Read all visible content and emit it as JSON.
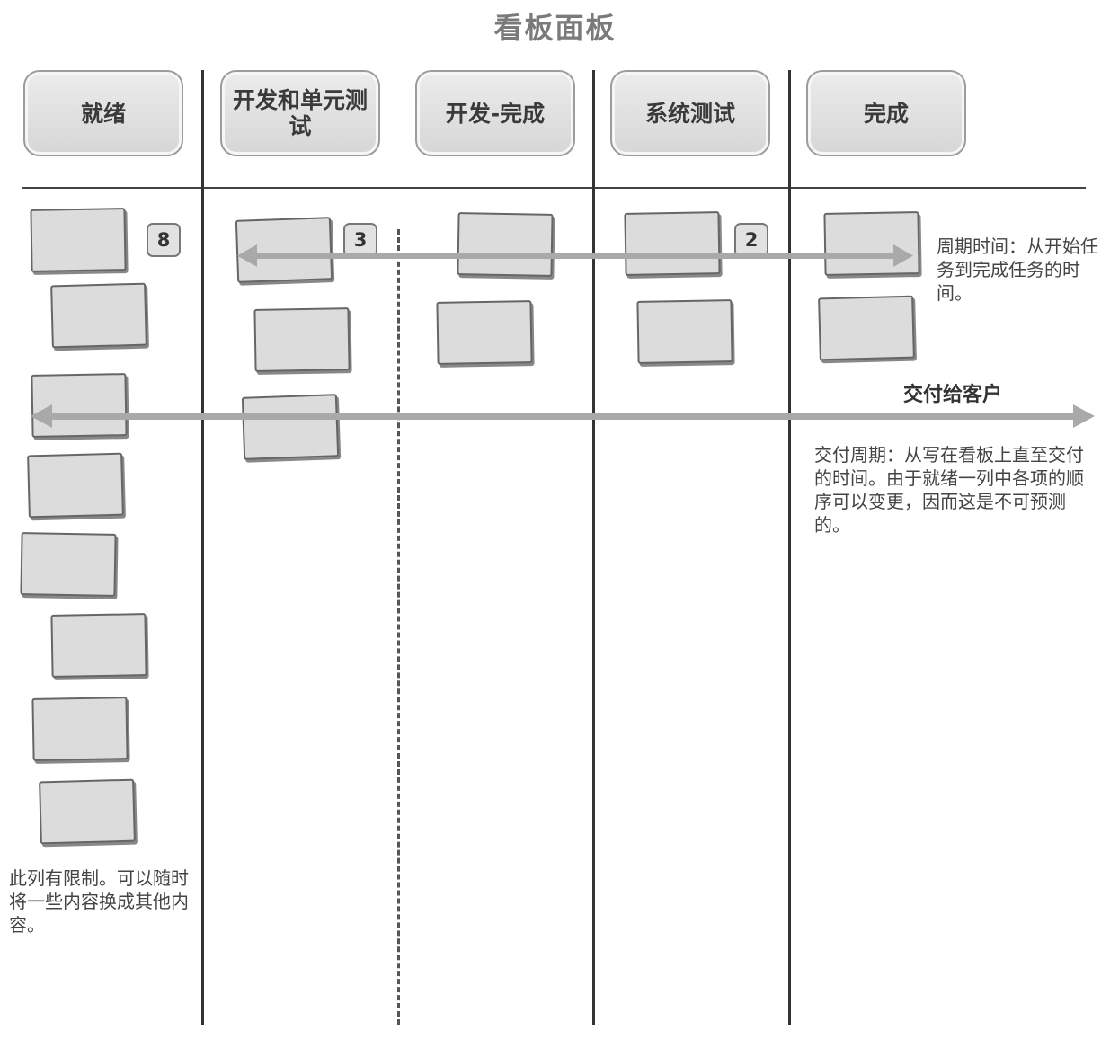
{
  "title": "看板面板",
  "columns": [
    {
      "label": "就绪"
    },
    {
      "label": "开发和单元测试"
    },
    {
      "label": "开发-完成"
    },
    {
      "label": "系统测试"
    },
    {
      "label": "完成"
    }
  ],
  "wip_limits": {
    "ready": "8",
    "dev": "3",
    "test": "2"
  },
  "cycle_time_note": "周期时间：从开始任务到完成任务的时间。",
  "delivery_label": "交付给客户",
  "lead_time_note": "交付周期：从写在看板上直至交付的时间。由于就绪一列中各项的顺序可以变更，因而这是不可预测的。",
  "ready_limit_note": "此列有限制。可以随时将一些内容换成其他内容。",
  "colors": {
    "arrow": "#a9a9a9",
    "card": "#dcdcdc",
    "line": "#333333"
  }
}
